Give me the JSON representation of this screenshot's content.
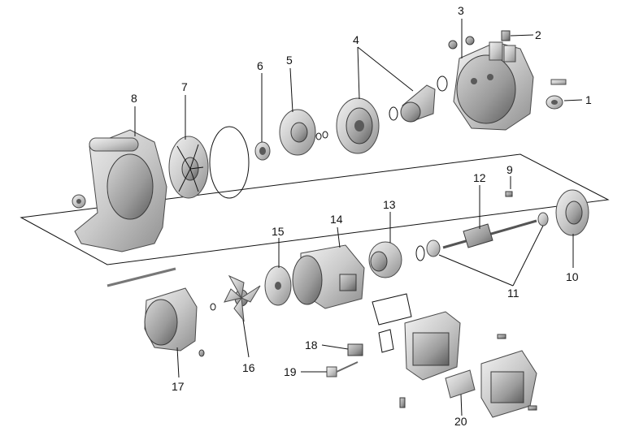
{
  "labels": {
    "p1": "1",
    "p2": "2",
    "p3": "3",
    "p4": "4",
    "p5": "5",
    "p6": "6",
    "p7": "7",
    "p8": "8",
    "p9": "9",
    "p10": "10",
    "p11": "11",
    "p12": "12",
    "p13": "13",
    "p14": "14",
    "p15": "15",
    "p16": "16",
    "p17": "17",
    "p18": "18",
    "p19": "19",
    "p20": "20"
  }
}
